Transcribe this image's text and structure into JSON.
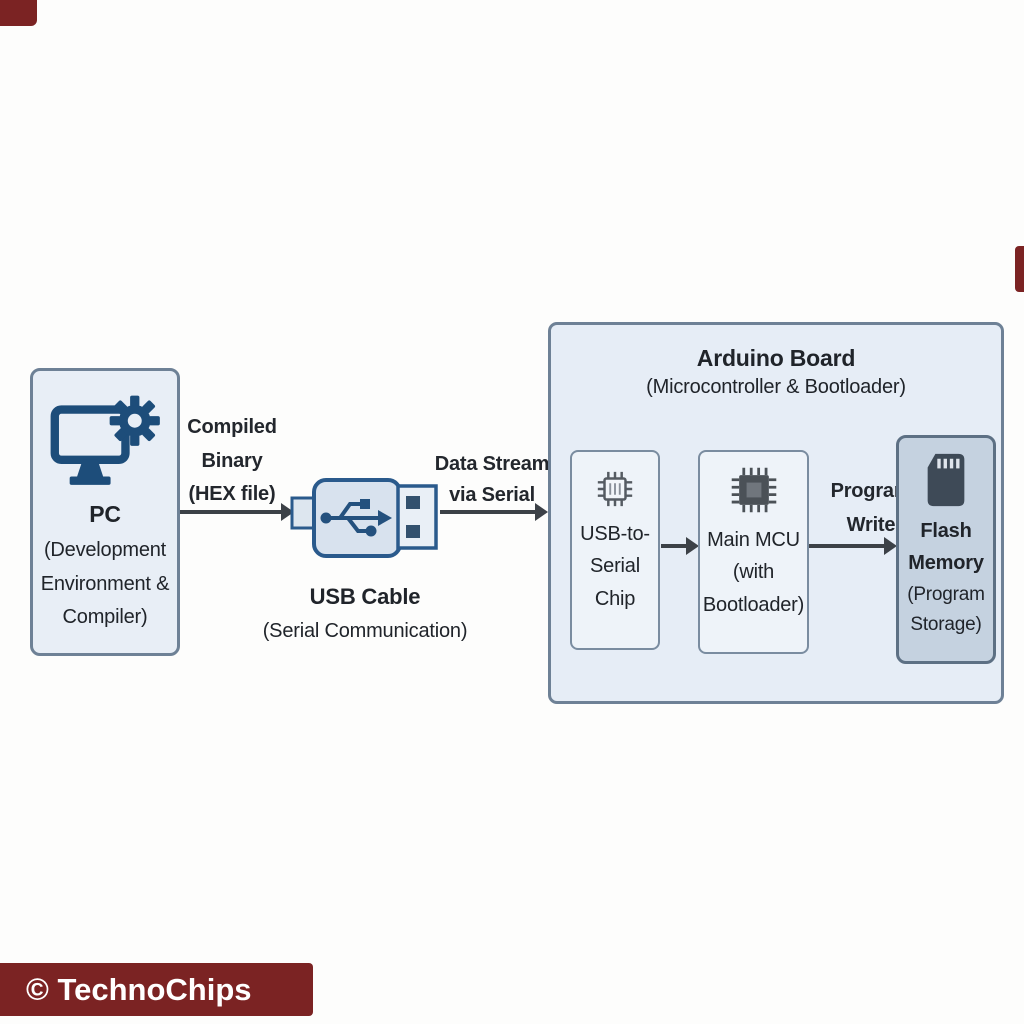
{
  "brand": {
    "label": "© TechnoChips"
  },
  "pc": {
    "title": "PC",
    "subtitle": "(Development Environment & Compiler)"
  },
  "arrows": {
    "compiled_binary": "Compiled Binary (HEX file)",
    "data_stream": "Data Stream via Serial",
    "program_write": "Program Write"
  },
  "usb_cable": {
    "title": "USB Cable",
    "subtitle": "(Serial Communication)"
  },
  "board": {
    "title": "Arduino Board",
    "subtitle": "(Microcontroller & Bootloader)",
    "usb_serial_chip": {
      "label": "USB-to-Serial Chip"
    },
    "main_mcu": {
      "label": "Main MCU (with Bootloader)"
    },
    "flash_memory": {
      "title": "Flash Memory",
      "subtitle": "(Program Storage)"
    }
  },
  "colors": {
    "node_fill": "#e8eef6",
    "node_border": "#6e8196",
    "inner_fill": "#eef3f9",
    "flash_fill": "#c5d2e0",
    "accent_blue": "#1d4d7a",
    "arrow": "#3c4147",
    "banner": "#7b2323"
  }
}
